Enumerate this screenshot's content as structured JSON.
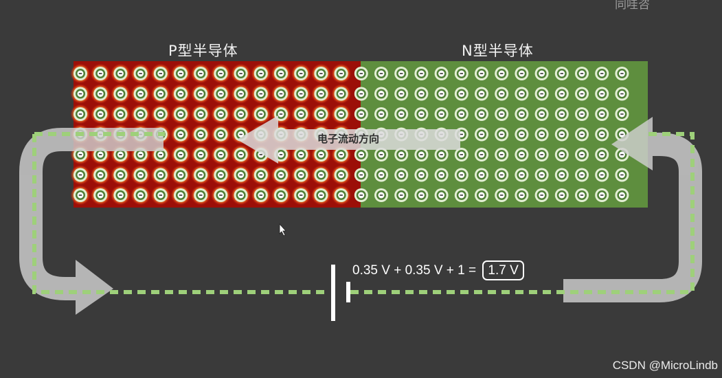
{
  "labels": {
    "p_type": "P型半导体",
    "n_type": "N型半导体",
    "electron_flow": "电子流动方向"
  },
  "equation": {
    "lhs": "0.35 V  +  0.35 V   +   1   =",
    "result": "1.7 V"
  },
  "watermarks": {
    "top": "同哇咨",
    "bottom": "CSDN @MicroLindb"
  },
  "colors": {
    "background": "#3a3a3a",
    "p_region": "#9c0f08",
    "n_region": "#5e8e3e",
    "particle_ring": "#e3efd4",
    "particle_core": "#4f7f36",
    "circuit_arrow": "#d0d0d0",
    "dashes": "#9ed07a"
  },
  "grid": {
    "rows": 7,
    "p_columns": 14,
    "n_columns": 14,
    "particle_symbol": "−"
  },
  "icons": [
    "mouse-cursor-icon",
    "battery-icon",
    "arrow-left-icon",
    "arrow-right-icon"
  ]
}
